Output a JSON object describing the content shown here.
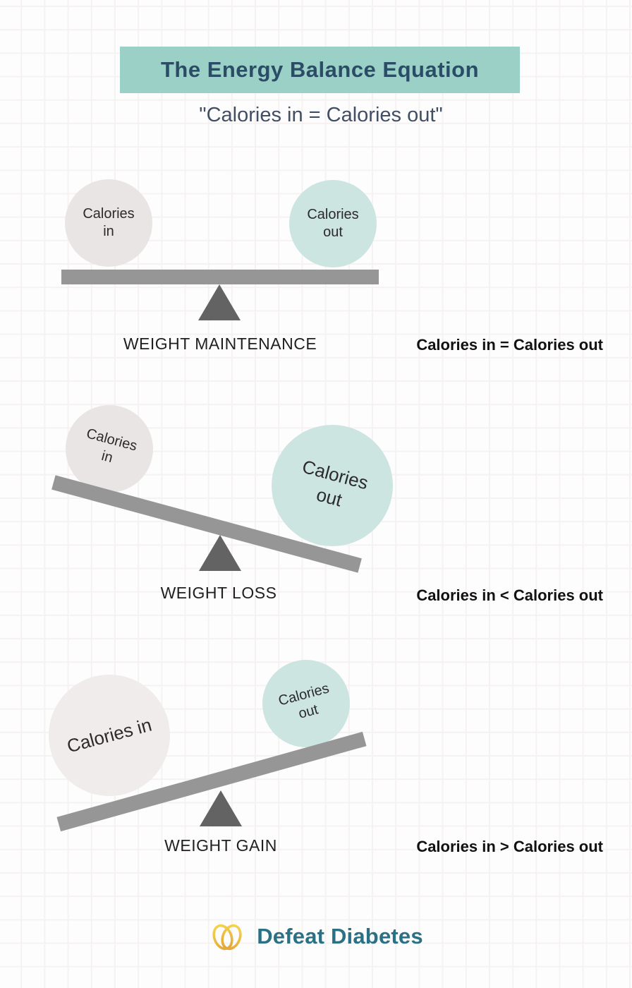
{
  "header": {
    "title": "The Energy Balance Equation",
    "subtitle": "\"Calories in = Calories out\""
  },
  "sections": [
    {
      "id": "weight-maintenance",
      "label": "WEIGHT MAINTENANCE",
      "equation": "Calories in = Calories out",
      "circle_in": "Calories in",
      "circle_out": "Calories out",
      "tilt": "level"
    },
    {
      "id": "weight-loss",
      "label": "WEIGHT LOSS",
      "equation": "Calories in < Calories out",
      "circle_in": "Calories in",
      "circle_out": "Calories out",
      "tilt": "right-down"
    },
    {
      "id": "weight-gain",
      "label": "WEIGHT GAIN",
      "equation": "Calories in > Calories out",
      "circle_in": "Calories in",
      "circle_out": "Calories out",
      "tilt": "left-down"
    }
  ],
  "footer": {
    "brand": "Defeat Diabetes"
  },
  "colors": {
    "banner_bg": "#9bd0c7",
    "title_text": "#2b4c66",
    "subtitle_text": "#414e63",
    "circle_in_fill": "#e9e5e4",
    "circle_out_fill": "#cde5e1",
    "bar_fill": "#969696",
    "fulcrum_fill": "#636363",
    "brand_text": "#2a7186",
    "brand_icon_gold": "#e9b93c",
    "background": "#fdfdfd",
    "grid_line": "#f6f2f2"
  },
  "icons": {
    "brand_icon": "defeat-diabetes-rings-icon"
  }
}
